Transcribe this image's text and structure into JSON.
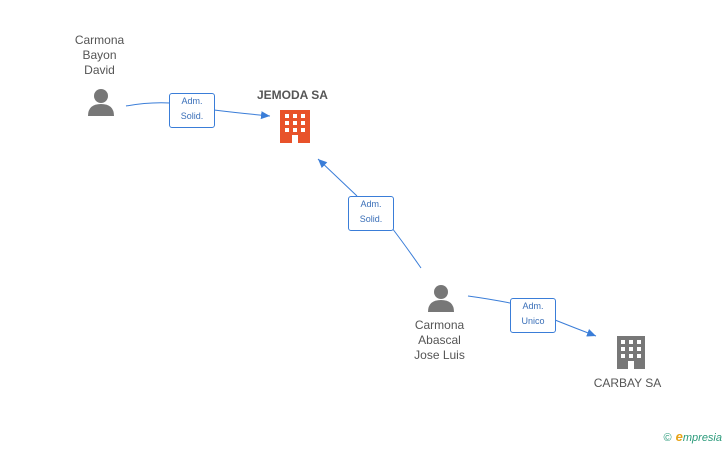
{
  "nodes": {
    "david": {
      "name_lines": [
        "Carmona",
        "Bayon",
        "David"
      ],
      "icon": "person-icon"
    },
    "jose": {
      "name_lines": [
        "Carmona",
        "Abascal",
        "Jose Luis"
      ],
      "icon": "person-icon"
    },
    "jemoda": {
      "name": "JEMODA SA",
      "icon": "building-icon",
      "color": "#e8522a"
    },
    "carbay": {
      "name": "CARBAY SA",
      "icon": "building-icon",
      "color": "#777777"
    }
  },
  "relations": {
    "david_jemoda": {
      "lines": [
        "Adm.",
        "Solid."
      ]
    },
    "jose_jemoda": {
      "lines": [
        "Adm.",
        "Solid."
      ]
    },
    "jose_carbay": {
      "lines": [
        "Adm.",
        "Unico"
      ]
    }
  },
  "colors": {
    "edge": "#3a7dd8",
    "person": "#777777",
    "text": "#555555"
  },
  "footer": {
    "copyright": "©",
    "logo_initial": "e",
    "logo_rest": "mpresia"
  }
}
